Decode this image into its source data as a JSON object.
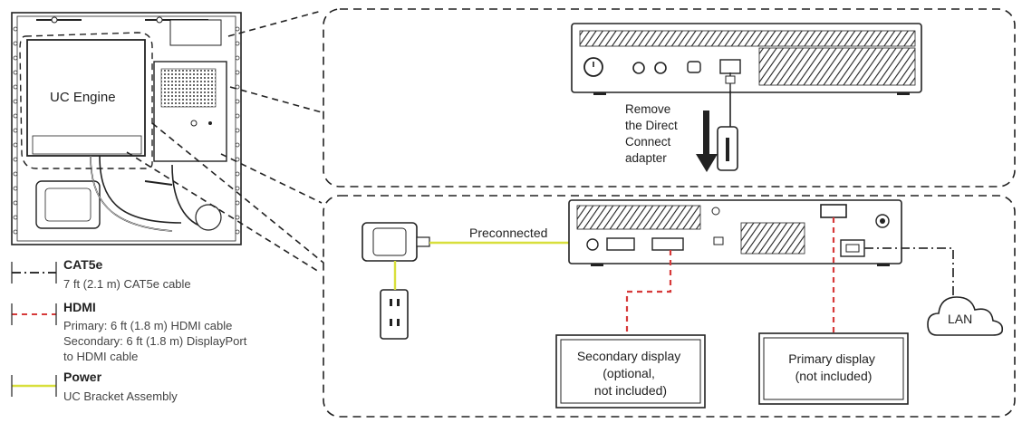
{
  "labels": {
    "uc_engine": "UC Engine",
    "remove_adapter": [
      "Remove",
      "the Direct",
      "Connect",
      "adapter"
    ],
    "preconnected": "Preconnected",
    "lan": "LAN",
    "secondary_display": [
      "Secondary display",
      "(optional,",
      "not included)"
    ],
    "primary_display": [
      "Primary display",
      "(not included)"
    ]
  },
  "legend": [
    {
      "id": "cat5e",
      "title": "CAT5e",
      "lines": [
        "7 ft (2.1 m) CAT5e cable"
      ],
      "style": "dash-dot",
      "color": "#333333"
    },
    {
      "id": "hdmi",
      "title": "HDMI",
      "lines": [
        "Primary: 6 ft (1.8 m) HDMI cable",
        "Secondary: 6 ft (1.8 m) DisplayPort",
        "to HDMI cable"
      ],
      "style": "dashed",
      "color": "#d63a3a"
    },
    {
      "id": "power",
      "title": "Power",
      "lines": [
        "UC Bracket Assembly"
      ],
      "style": "solid",
      "color": "#d8df3c"
    }
  ],
  "colors": {
    "cat5e": "#333333",
    "hdmi": "#d63a3a",
    "power": "#d8df3c",
    "line": "#222222"
  }
}
